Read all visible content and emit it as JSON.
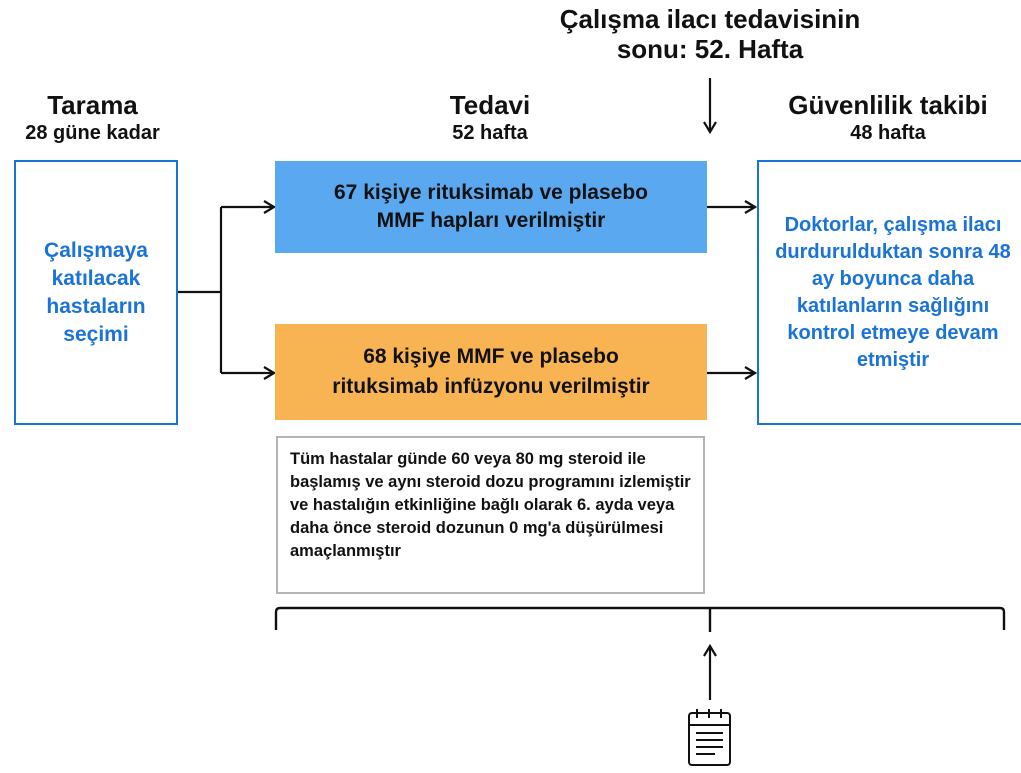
{
  "end_of_treatment": {
    "line1": "Çalışma ilacı tedavisinin",
    "line2": "sonu: 52. Hafta"
  },
  "phases": {
    "screening": {
      "title": "Tarama",
      "duration": "28 güne kadar"
    },
    "treatment": {
      "title": "Tedavi",
      "duration": "52 hafta"
    },
    "followup": {
      "title": "Güvenlilik takibi",
      "duration": "48 hafta"
    }
  },
  "screening_box": "Çalışmaya katılacak hastaların seçimi",
  "arm1": "67 kişiye rituksimab ve plasebo MMF hapları verilmiştir",
  "arm2": "68 kişiye MMF ve plasebo rituksimab infüzyonu verilmiştir",
  "followup_box": "Doktorlar, çalışma ilacı durdurulduktan sonra 48 ay boyunca daha katılanların sağlığını kontrol etmeye devam etmiştir",
  "steroid_note": "Tüm hastalar günde 60 veya 80 mg steroid ile başlamış ve aynı steroid dozu programını izlemiştir ve hastalığın etkinliğine bağlı olarak 6. ayda veya daha önce steroid dozunun 0 mg'a düşürülmesi amaçlanmıştır",
  "colors": {
    "arm1_fill": "#5aa9f0",
    "arm2_fill": "#f8b452",
    "accent_blue": "#1a73d9"
  }
}
